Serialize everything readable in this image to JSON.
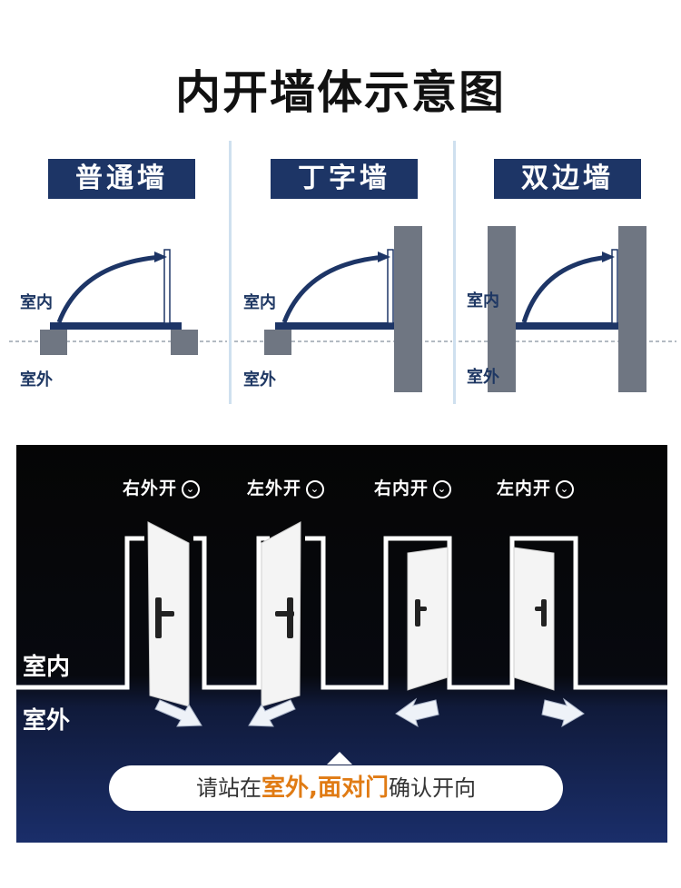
{
  "title": "内开墙体示意图",
  "colors": {
    "navy": "#1d3566",
    "wall": "#6f7682",
    "divider": "#cfe0ef",
    "accent": "#e07b14"
  },
  "walls": [
    {
      "label": "普通墙",
      "indoor": "室内",
      "outdoor": "室外"
    },
    {
      "label": "丁字墙",
      "indoor": "室内",
      "outdoor": "室外"
    },
    {
      "label": "双边墙",
      "indoor": "室内",
      "outdoor": "室外"
    }
  ],
  "doors": [
    {
      "label": "右外开",
      "icon": "chevron-down-icon"
    },
    {
      "label": "左外开",
      "icon": "chevron-down-icon"
    },
    {
      "label": "右内开",
      "icon": "chevron-down-icon"
    },
    {
      "label": "左内开",
      "icon": "chevron-down-icon"
    }
  ],
  "indoor_label": "室内",
  "outdoor_label": "室外",
  "instruction": {
    "pre": "请站在",
    "hl1": "室外",
    "comma": ",",
    "hl2": "面对门",
    "post": "确认开向"
  }
}
